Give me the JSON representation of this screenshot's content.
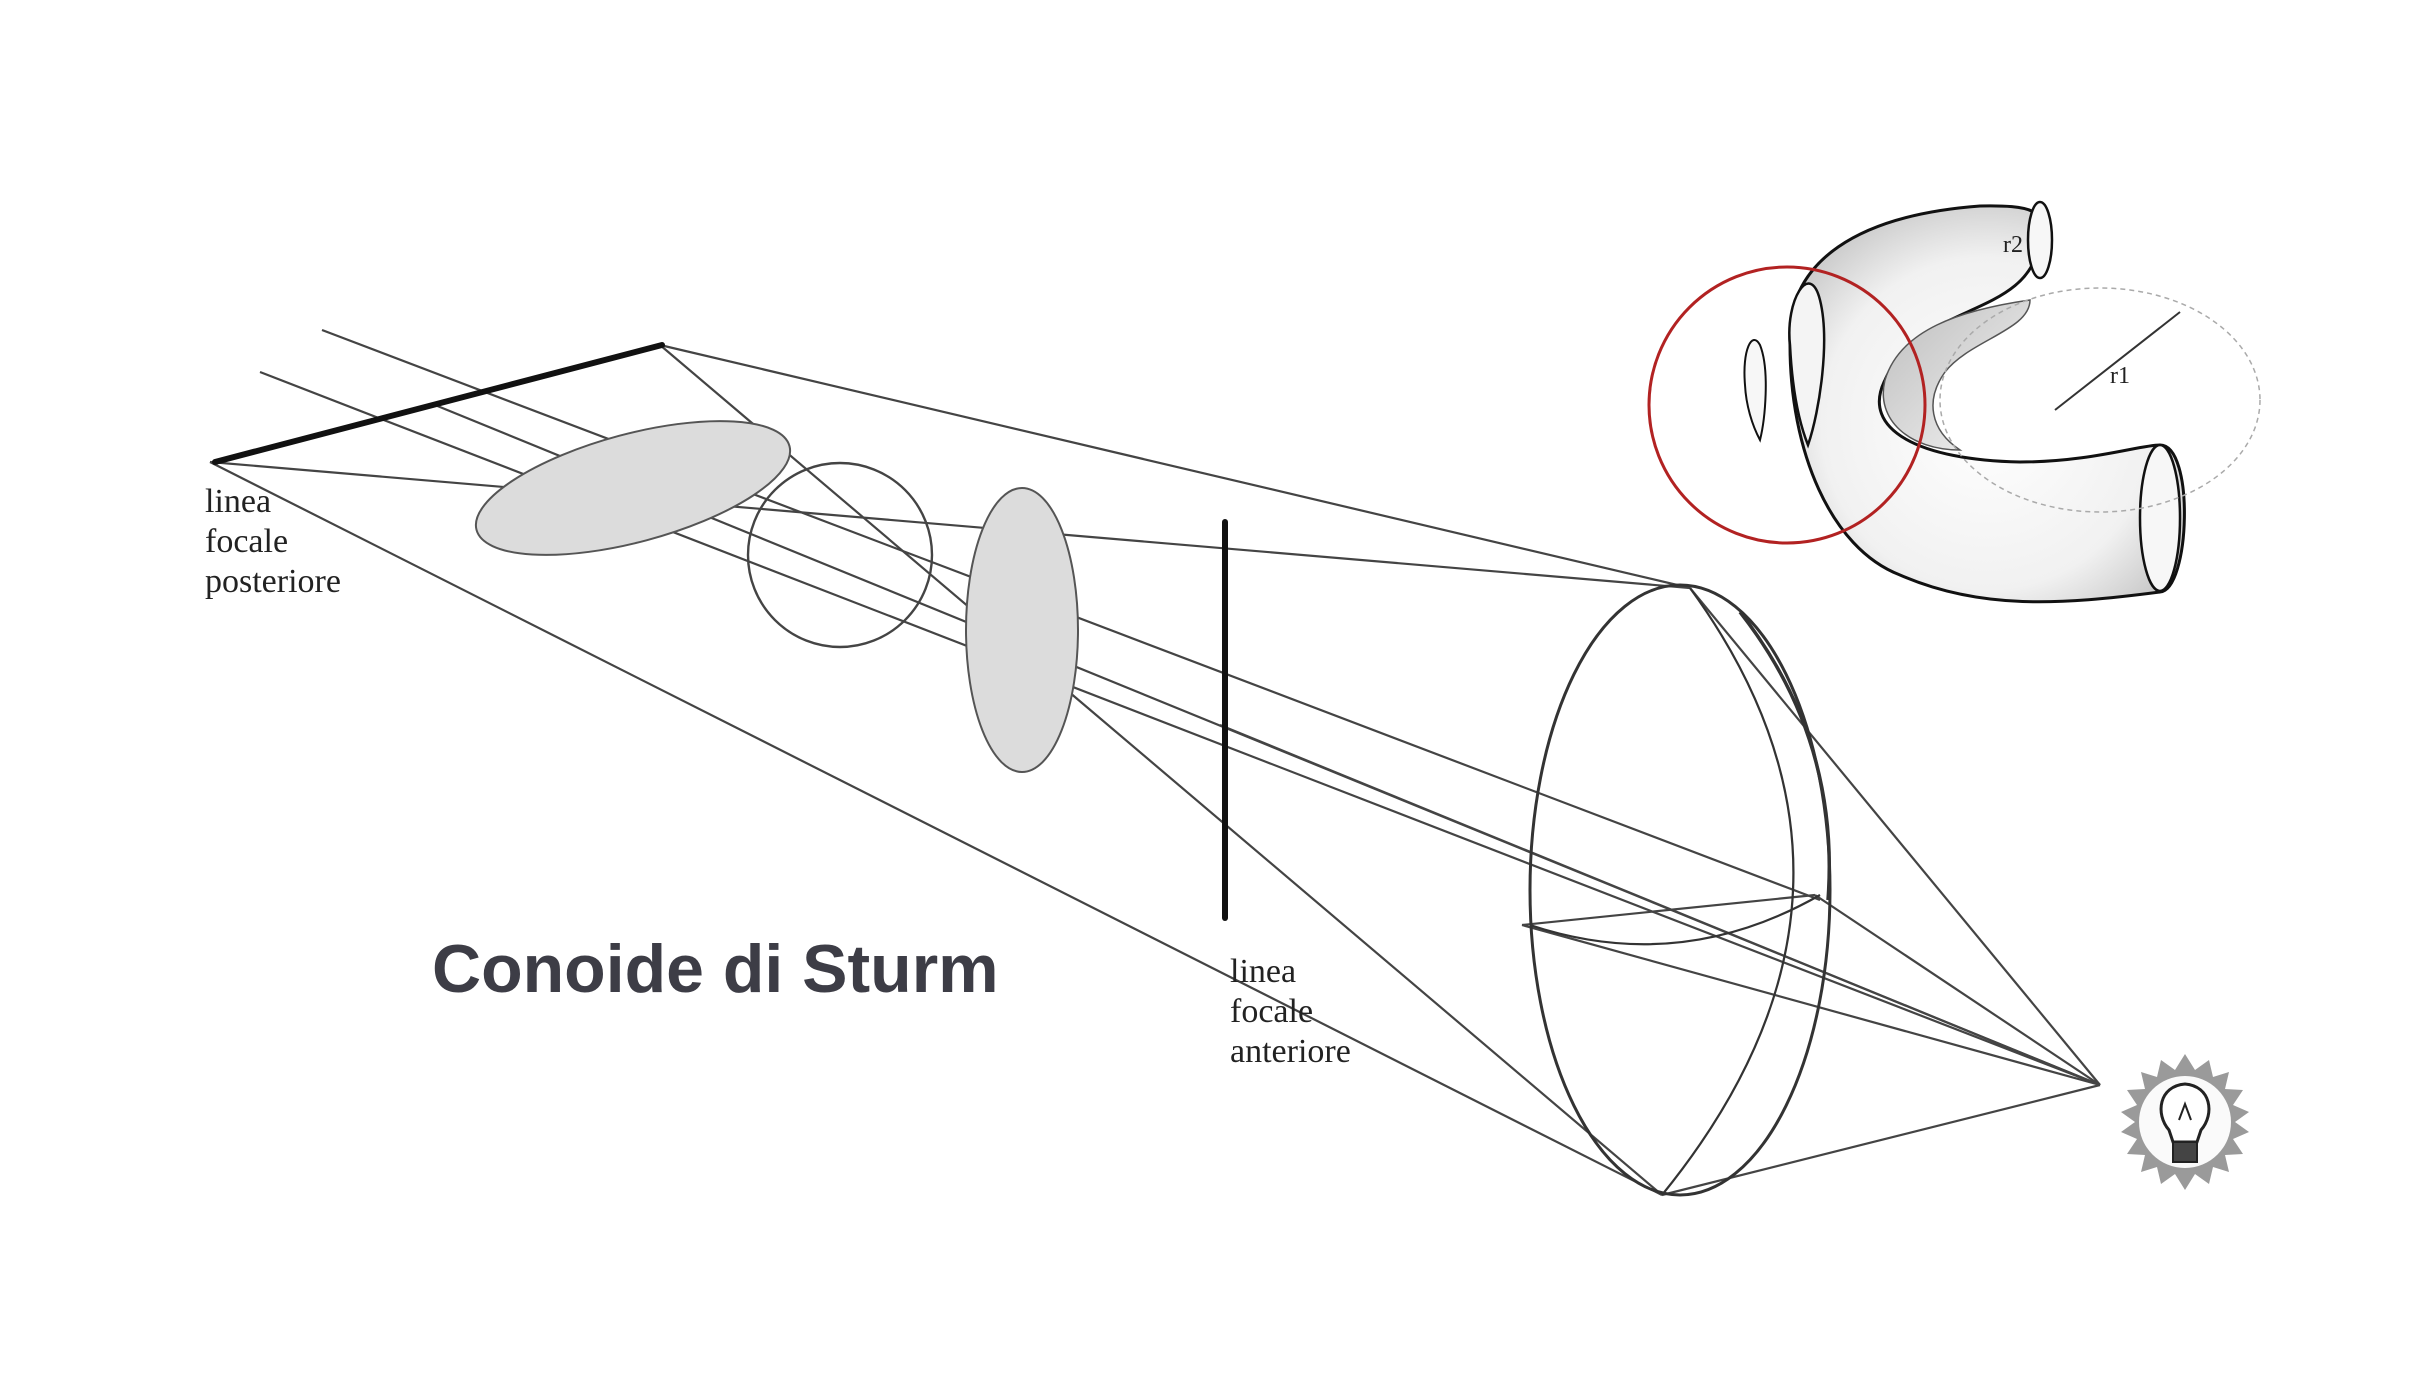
{
  "title": "Conoide di Sturm",
  "labels": {
    "posterior_focal_line": [
      "linea",
      "focale",
      "posteriore"
    ],
    "anterior_focal_line": [
      "linea",
      "focale",
      "anteriore"
    ]
  },
  "torus": {
    "r2": "r2",
    "r1": "r1"
  },
  "colors": {
    "line": "#333333",
    "focal_line": "#111111",
    "ellipse_fill": "#dcdcdc",
    "highlight_circle": "#b22222"
  },
  "icons": [
    "light-bulb-icon"
  ]
}
